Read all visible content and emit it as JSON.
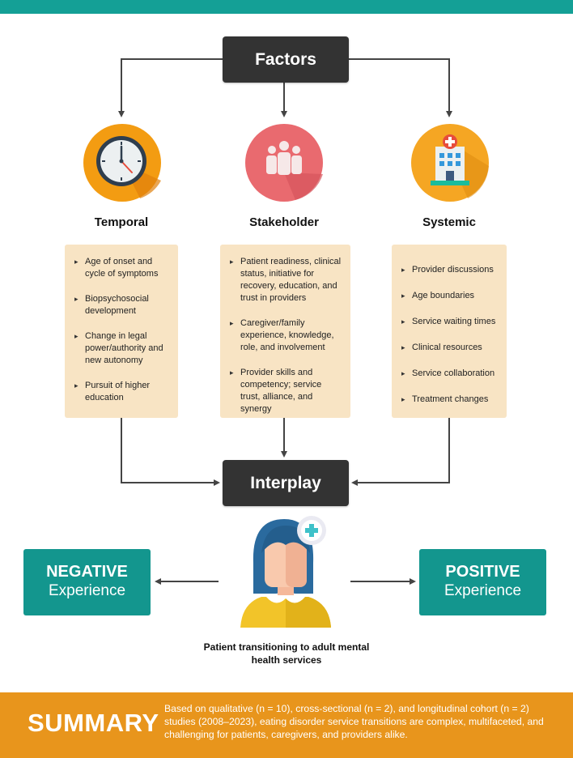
{
  "factors_label": "Factors",
  "interplay_label": "Interplay",
  "categories": [
    {
      "title": "Temporal",
      "icon": "clock-icon",
      "items": [
        "Age of onset and cycle of symptoms",
        "Biopsychosocial development",
        "Change in legal power/authority and new autonomy",
        "Pursuit of higher education"
      ]
    },
    {
      "title": "Stakeholder",
      "icon": "people-group-icon",
      "items": [
        "Patient readiness, clinical status, initiative for recovery, education, and trust in providers",
        "Caregiver/family experience, knowledge, role, and involvement",
        "Provider skills and competency; service trust, alliance, and synergy"
      ]
    },
    {
      "title": "Systemic",
      "icon": "hospital-icon",
      "items": [
        "Provider discussions",
        "Age boundaries",
        "Service waiting times",
        "Clinical resources",
        "Service collaboration",
        "Treatment changes"
      ]
    }
  ],
  "outcomes": {
    "negative": {
      "kind": "NEGATIVE",
      "word": "Experience"
    },
    "positive": {
      "kind": "POSITIVE",
      "word": "Experience"
    }
  },
  "patient_caption": "Patient transitioning to adult mental health services",
  "summary": {
    "title": "SUMMARY",
    "text": "Based on qualitative (n = 10), cross-sectional (n = 2), and longitudinal cohort (n = 2) studies (2008–2023), eating disorder service transitions are complex, multifaceted, and challenging for patients, caregivers, and providers alike."
  },
  "colors": {
    "teal": "#14a096",
    "dark": "#333333",
    "panel": "#f8e4c4",
    "summary": "#e8951c",
    "temporal_circle": "#f39c12",
    "stakeholder_circle": "#e96a6f",
    "systemic_circle": "#f5a623"
  }
}
